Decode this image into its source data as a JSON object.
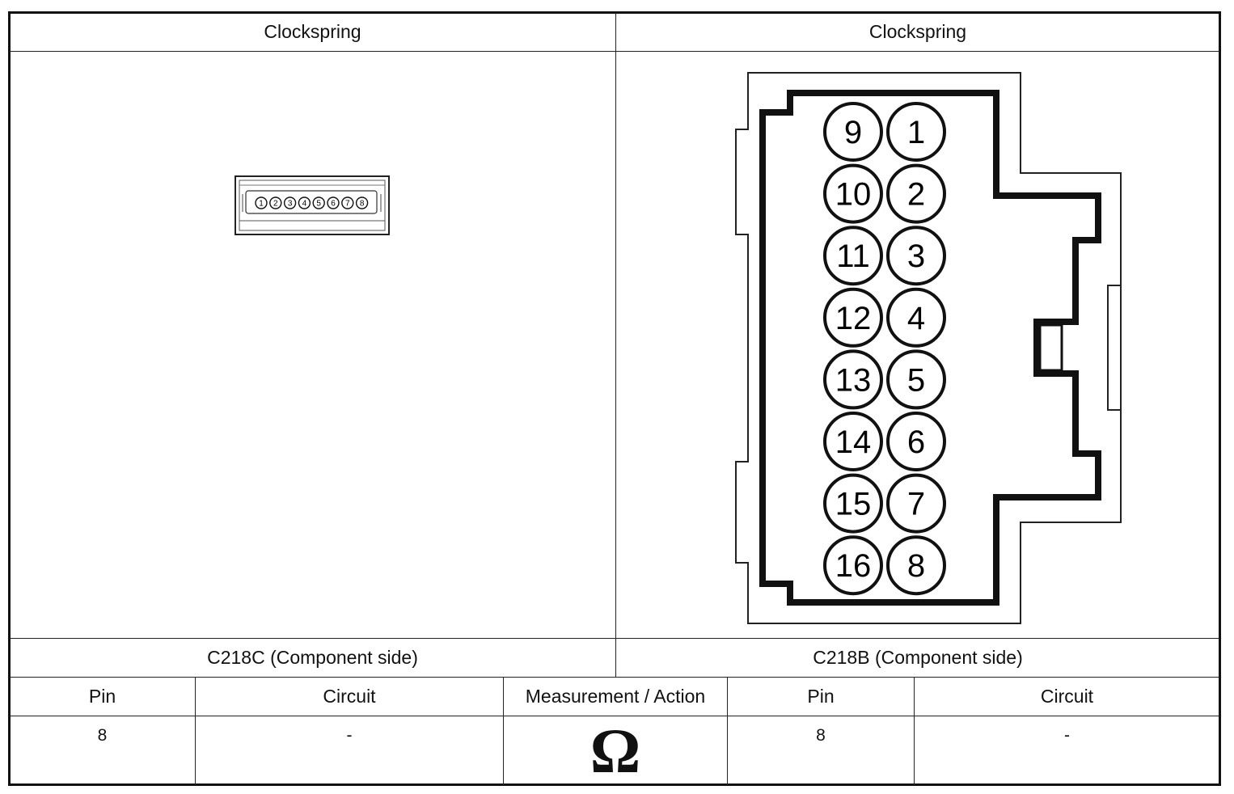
{
  "header": {
    "left_title": "Clockspring",
    "right_title": "Clockspring"
  },
  "connectors": {
    "left": {
      "label": "C218C (Component side)",
      "pins": [
        "1",
        "2",
        "3",
        "4",
        "5",
        "6",
        "7",
        "8"
      ]
    },
    "right": {
      "label": "C218B (Component side)",
      "pins_left_column": [
        "9",
        "10",
        "11",
        "12",
        "13",
        "14",
        "15",
        "16"
      ],
      "pins_right_column": [
        "1",
        "2",
        "3",
        "4",
        "5",
        "6",
        "7",
        "8"
      ]
    }
  },
  "table": {
    "columns": [
      "Pin",
      "Circuit",
      "Measurement / Action",
      "Pin",
      "Circuit"
    ],
    "row": {
      "pin_a": "8",
      "circuit_a": "-",
      "measurement_symbol": "Ω",
      "pin_b": "8",
      "circuit_b": "-"
    }
  }
}
